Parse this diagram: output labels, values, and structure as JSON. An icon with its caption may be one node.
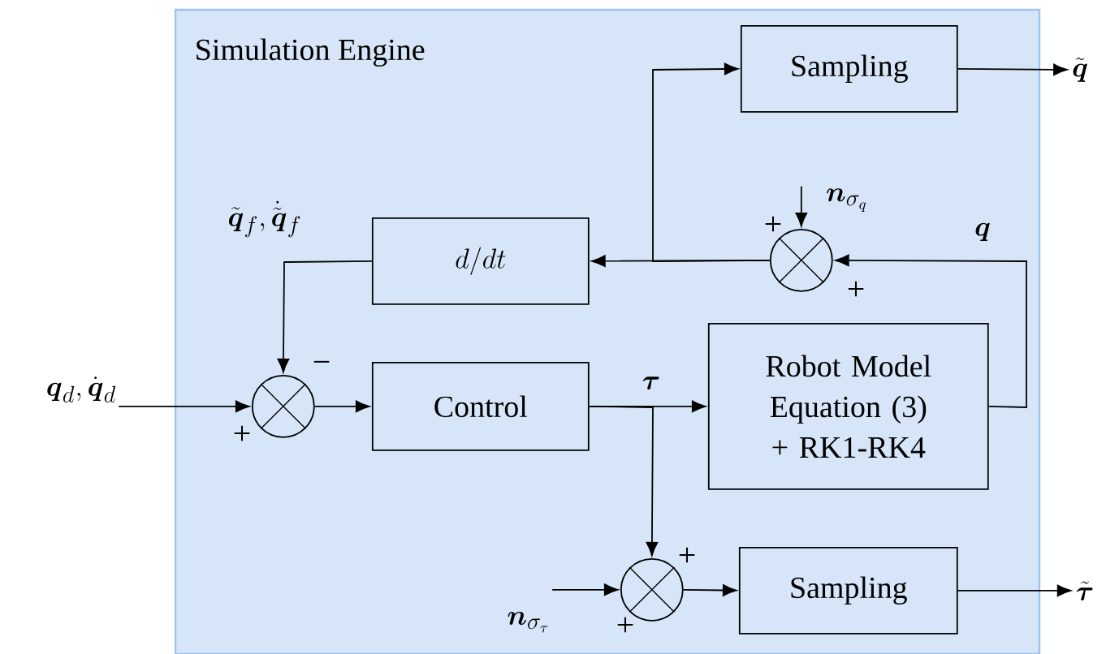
{
  "diagram": {
    "nodes": [
      {
        "text": [
          "Simulation Engine"
        ]
      },
      {
        "text": [
          "Sampling"
        ],
        "in": 0
      },
      {
        "text": [
          "d/dt"
        ],
        "in": 0
      },
      {
        "text": [],
        "shape": "circle",
        "in": 0
      },
      {
        "text": [],
        "shape": "circle",
        "in": 0
      },
      {
        "text": [
          "Control"
        ],
        "in": 0
      },
      {
        "text": [
          "Robot Model Equation (3) + RK1-RK4"
        ],
        "in": 0
      },
      {
        "text": [],
        "shape": "circle",
        "in": 0
      },
      {
        "text": [
          "Sampling"
        ],
        "in": 0
      },
      {
        "text": [
          "\\tilde{\\boldsymbol{q}}"
        ]
      },
      {
        "text": [
          "\\boldsymbol{n}_{\\sigma_q}"
        ],
        "in": 0
      },
      {
        "text": [
          "\\boldsymbol{q}_d, \\dot{\\boldsymbol{q}}_d"
        ]
      },
      {
        "text": [
          "\\boldsymbol{n}_{\\sigma_\\tau}"
        ],
        "in": 0
      },
      {
        "text": [
          "\\tilde{\\boldsymbol{\\tau}}"
        ]
      }
    ],
    "edges": [
      {
        "from": 6,
        "to": 3,
        "arrow": "to",
        "label": "\\boldsymbol{q}"
      },
      {
        "from": 3,
        "to": 2,
        "arrow": "to"
      },
      {
        "from": 3,
        "to": 1,
        "arrow": "to"
      },
      {
        "from": 1,
        "to": 9,
        "arrow": "to"
      },
      {
        "from": 10,
        "to": 3,
        "arrow": "to"
      },
      {
        "from": 2,
        "to": 4,
        "arrow": "to",
        "label": "\\tilde{\\boldsymbol{q}}_f, \\dot{\\tilde{\\boldsymbol{q}}}_f"
      },
      {
        "from": 11,
        "to": 4,
        "arrow": "to"
      },
      {
        "from": 4,
        "to": 5,
        "arrow": "to"
      },
      {
        "from": 5,
        "to": 6,
        "arrow": "to",
        "label": "\\boldsymbol{\\tau}"
      },
      {
        "from": 5,
        "to": 7,
        "arrow": "to"
      },
      {
        "from": 12,
        "to": 7,
        "arrow": "to"
      },
      {
        "from": 7,
        "to": 8,
        "arrow": "to"
      },
      {
        "from": 8,
        "to": 13,
        "arrow": "to"
      }
    ],
    "labels": [
      "+",
      "+",
      "−",
      "+",
      "+",
      "+"
    ]
  }
}
